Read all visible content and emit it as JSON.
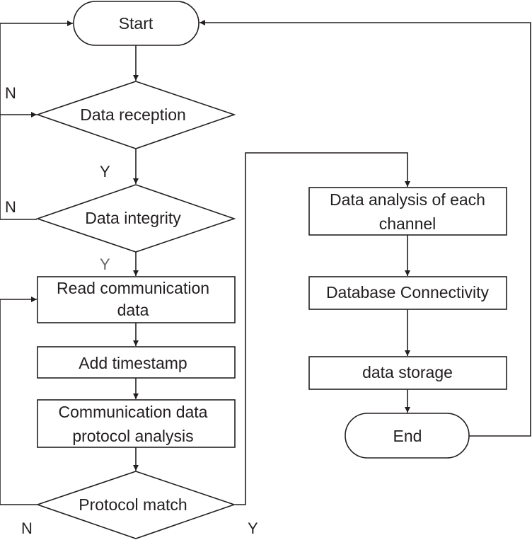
{
  "nodes": {
    "start": "Start",
    "data_reception": "Data reception",
    "data_integrity": "Data integrity",
    "read_comm_1": "Read communication",
    "read_comm_2": "data",
    "add_timestamp": "Add timestamp",
    "comm_protocol_1": "Communication data",
    "comm_protocol_2": "protocol analysis",
    "protocol_match": "Protocol match",
    "analysis_channel_1": "Data analysis of each",
    "analysis_channel_2": "channel",
    "db_connectivity": "Database Connectivity",
    "data_storage": "data storage",
    "end": "End"
  },
  "branch_labels": {
    "reception_no": "N",
    "reception_yes": "Y",
    "integrity_no": "N",
    "integrity_yes": "Y",
    "match_no": "N",
    "match_yes": "Y"
  }
}
